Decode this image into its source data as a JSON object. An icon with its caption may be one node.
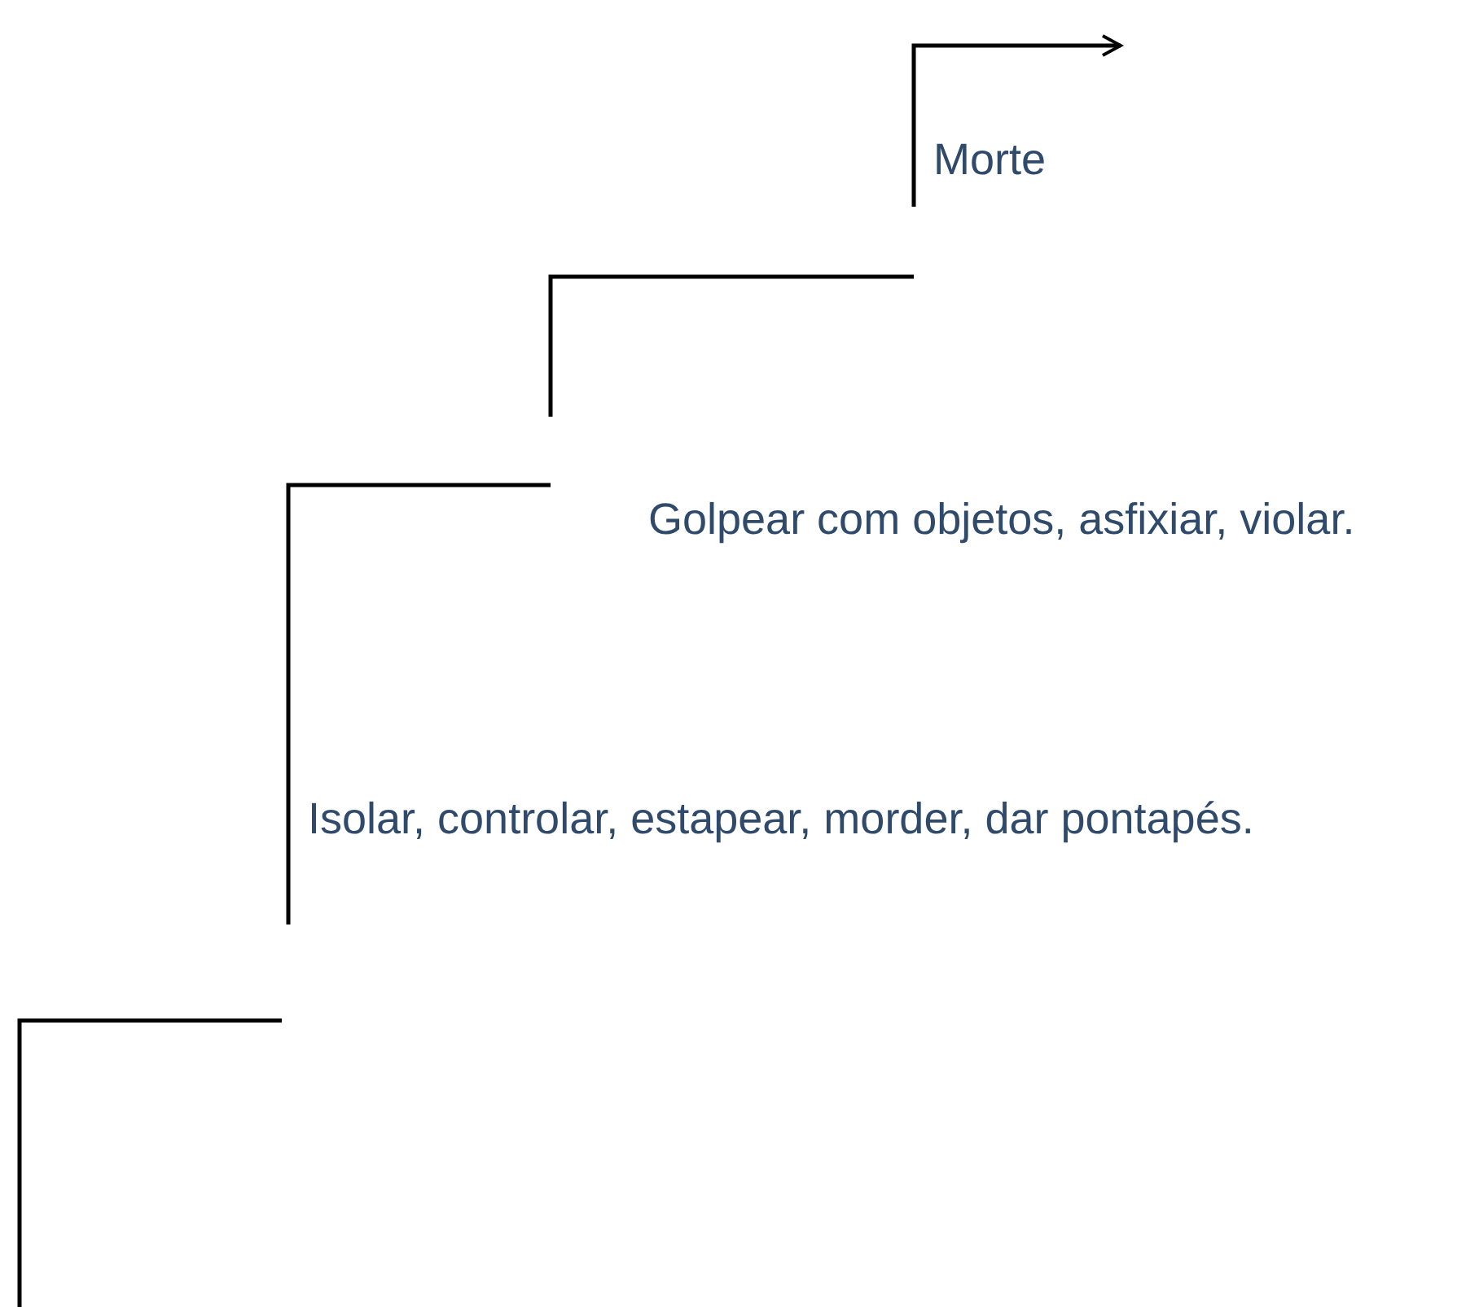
{
  "diagram": {
    "labels": [
      "Morte",
      "Golpear com objetos, asfixiar, violar.",
      "Isolar, controlar, estapear, morder, dar pontapés."
    ]
  }
}
